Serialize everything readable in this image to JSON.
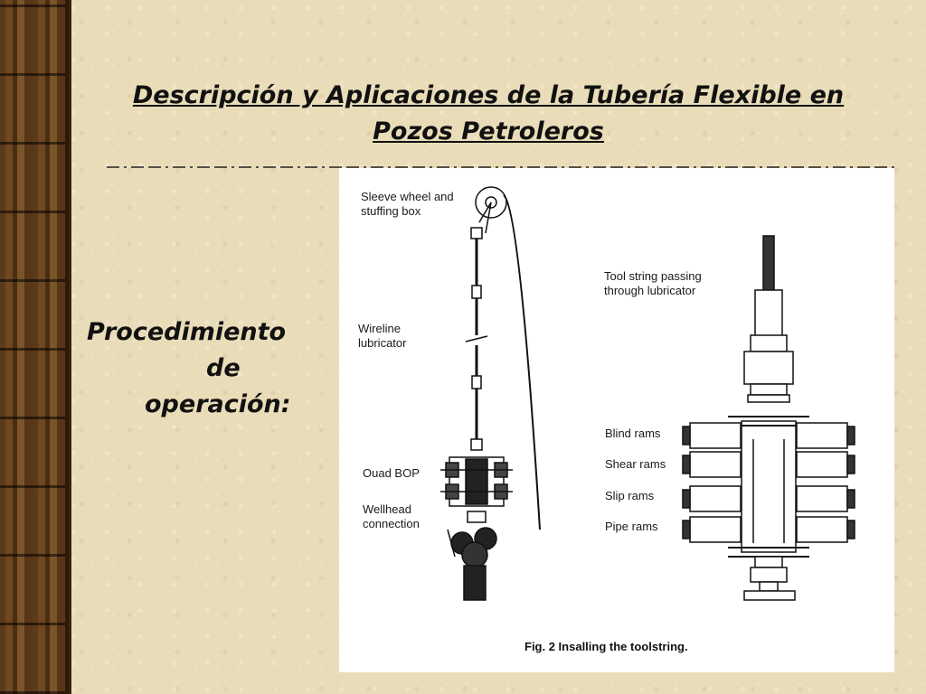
{
  "slide": {
    "title_line1": "Descripción y Aplicaciones de la Tubería Flexible en",
    "title_line2": "Pozos Petroleros",
    "subtitle_line1": "Procedimiento",
    "subtitle_line2": "de",
    "subtitle_line3": "operación:"
  },
  "figure": {
    "labels": {
      "sleeve": "Sleeve wheel and\nstuffing box",
      "wireline": "Wireline\nlubricator",
      "quad_bop": "Ouad BOP",
      "wellhead": "Wellhead\nconnection",
      "tool_string": "Tool string passing\nthrough lubricator",
      "blind": "Blind rams",
      "shear": "Shear rams",
      "slip": "Slip rams",
      "pipe": "Pipe rams"
    },
    "caption": "Fig. 2  Insalling the toolstring."
  },
  "colors": {
    "background": "#e9dcb8",
    "wood": "#5b3a1a",
    "text": "#111111"
  }
}
